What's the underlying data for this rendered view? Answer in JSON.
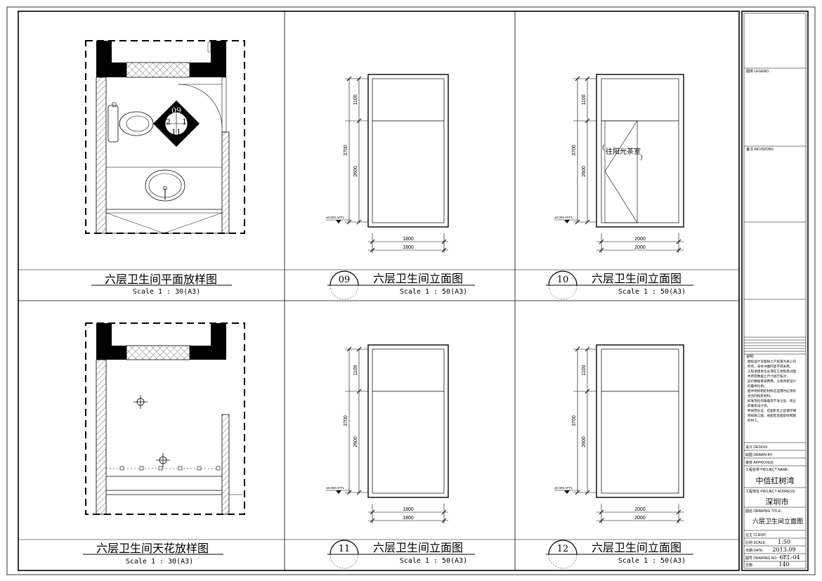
{
  "panels": {
    "p1": {
      "title": "六层卫生间平面放样图",
      "scale": "Scale 1 : 30(A3)"
    },
    "p2": {
      "num": "09",
      "title": "六层卫生间立面图",
      "scale": "Scale 1 : 50(A3)",
      "dim_h1": "1100",
      "dim_h2": "2600",
      "dim_total": "3700",
      "dim_w": "1800",
      "dim_w2": "1800",
      "level": "±0.000 AFFL"
    },
    "p3": {
      "num": "10",
      "title": "六层卫生间立面图",
      "scale": "Scale 1 : 50(A3)",
      "dim_h1": "1100",
      "dim_h2": "2600",
      "dim_total": "3700",
      "dim_w": "2000",
      "dim_w2": "2000",
      "level": "±0.000 AFFL",
      "door_note": "往阳光茶室"
    },
    "p4": {
      "title": "六层卫生间天花放样图",
      "scale": "Scale 1 : 30(A3)"
    },
    "p5": {
      "num": "11",
      "title": "六层卫生间立面图",
      "scale": "Scale 1 : 50(A3)",
      "dim_h1": "1100",
      "dim_h2": "2600",
      "dim_total": "3700",
      "dim_w": "1800",
      "dim_w2": "1800",
      "level": "±0.000 AFFL"
    },
    "p6": {
      "num": "12",
      "title": "六层卫生间立面图",
      "scale": "Scale 1 : 50(A3)",
      "dim_h1": "1100",
      "dim_h2": "2600",
      "dim_total": "3700",
      "dim_w": "2000",
      "dim_w2": "2000",
      "level": "±0.000 AFFL"
    }
  },
  "plan_tags": {
    "top": "09",
    "left": "12",
    "right": "10",
    "bottom": "11"
  },
  "title_block": {
    "legend": "图例 LEGEND:",
    "revisions": "备注 REVISIONS:",
    "notes_head": "说明:",
    "notes": [
      "图纸设计及图样之产权属为本公司",
      "所有，未经书面同意不得采用。",
      "工程承建单位必须在工地现场对图",
      "中所有数据之尺寸进行核对，",
      "造价数据增减费用，以免改变设计",
      "的最终比例。",
      "图中所标明的材料在选用时必须符",
      "合合同指定材料。",
      "如发现任何偏差或不详之处，请立",
      "即联系设计师。",
      "粤规营业证：在图形名之前请仔细",
      "审核施工图，按图签及图说绘制施",
      "的时工。"
    ],
    "design": "设计 DESIGN:",
    "drawn": "绘图 DRAWN BY:",
    "approved": "审核 APPROVED:",
    "project_name_label": "工程名称 PROJECT NAME:",
    "project_name": "中信红树湾",
    "address_label": "工程地址 PROJECT ADDRESS:",
    "address": "深圳市",
    "drawing_title_label": "图名 DRAWING TITLE:",
    "drawing_title": "六层卫生间立面图",
    "client_label": "业主 CLIENT:",
    "scale_label": "比例 SCALE:",
    "scale": "1:50",
    "date_label": "日期 DATE:",
    "date": "2013.09",
    "drawing_no_label": "图号 DRAWING NO:",
    "drawing_no": "6EL-04",
    "page_label": "页数:",
    "page": "140"
  }
}
